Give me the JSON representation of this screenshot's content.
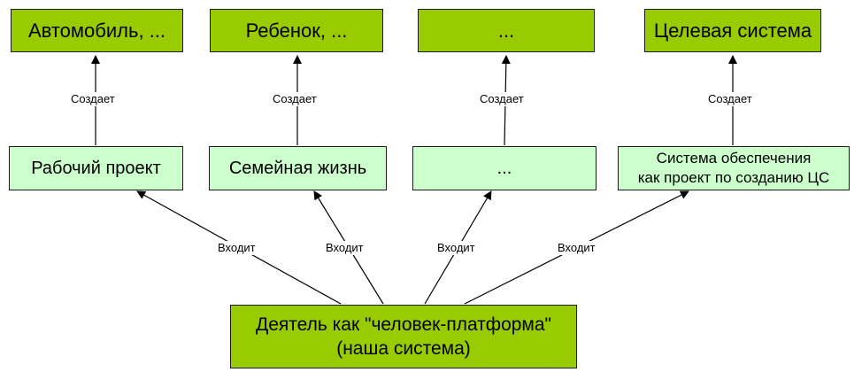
{
  "diagram": {
    "targets": [
      {
        "label": "Автомобиль, ..."
      },
      {
        "label": "Ребенок, ..."
      },
      {
        "label": "..."
      },
      {
        "label": "Целевая система"
      }
    ],
    "projects": [
      {
        "label": "Рабочий проект"
      },
      {
        "label": "Семейная жизнь"
      },
      {
        "label": "..."
      },
      {
        "label_line1": "Система обеспечения",
        "label_line2": "как проект по созданию ЦС"
      }
    ],
    "actor": {
      "line1": "Деятель как \"человек-платформа\"",
      "line2": "(наша система)"
    },
    "edge_labels": {
      "creates": "Создает",
      "enters": "Входит"
    }
  },
  "colors": {
    "dark_green": "#99cc00",
    "light_green": "#ccffcc",
    "line": "#000000"
  }
}
